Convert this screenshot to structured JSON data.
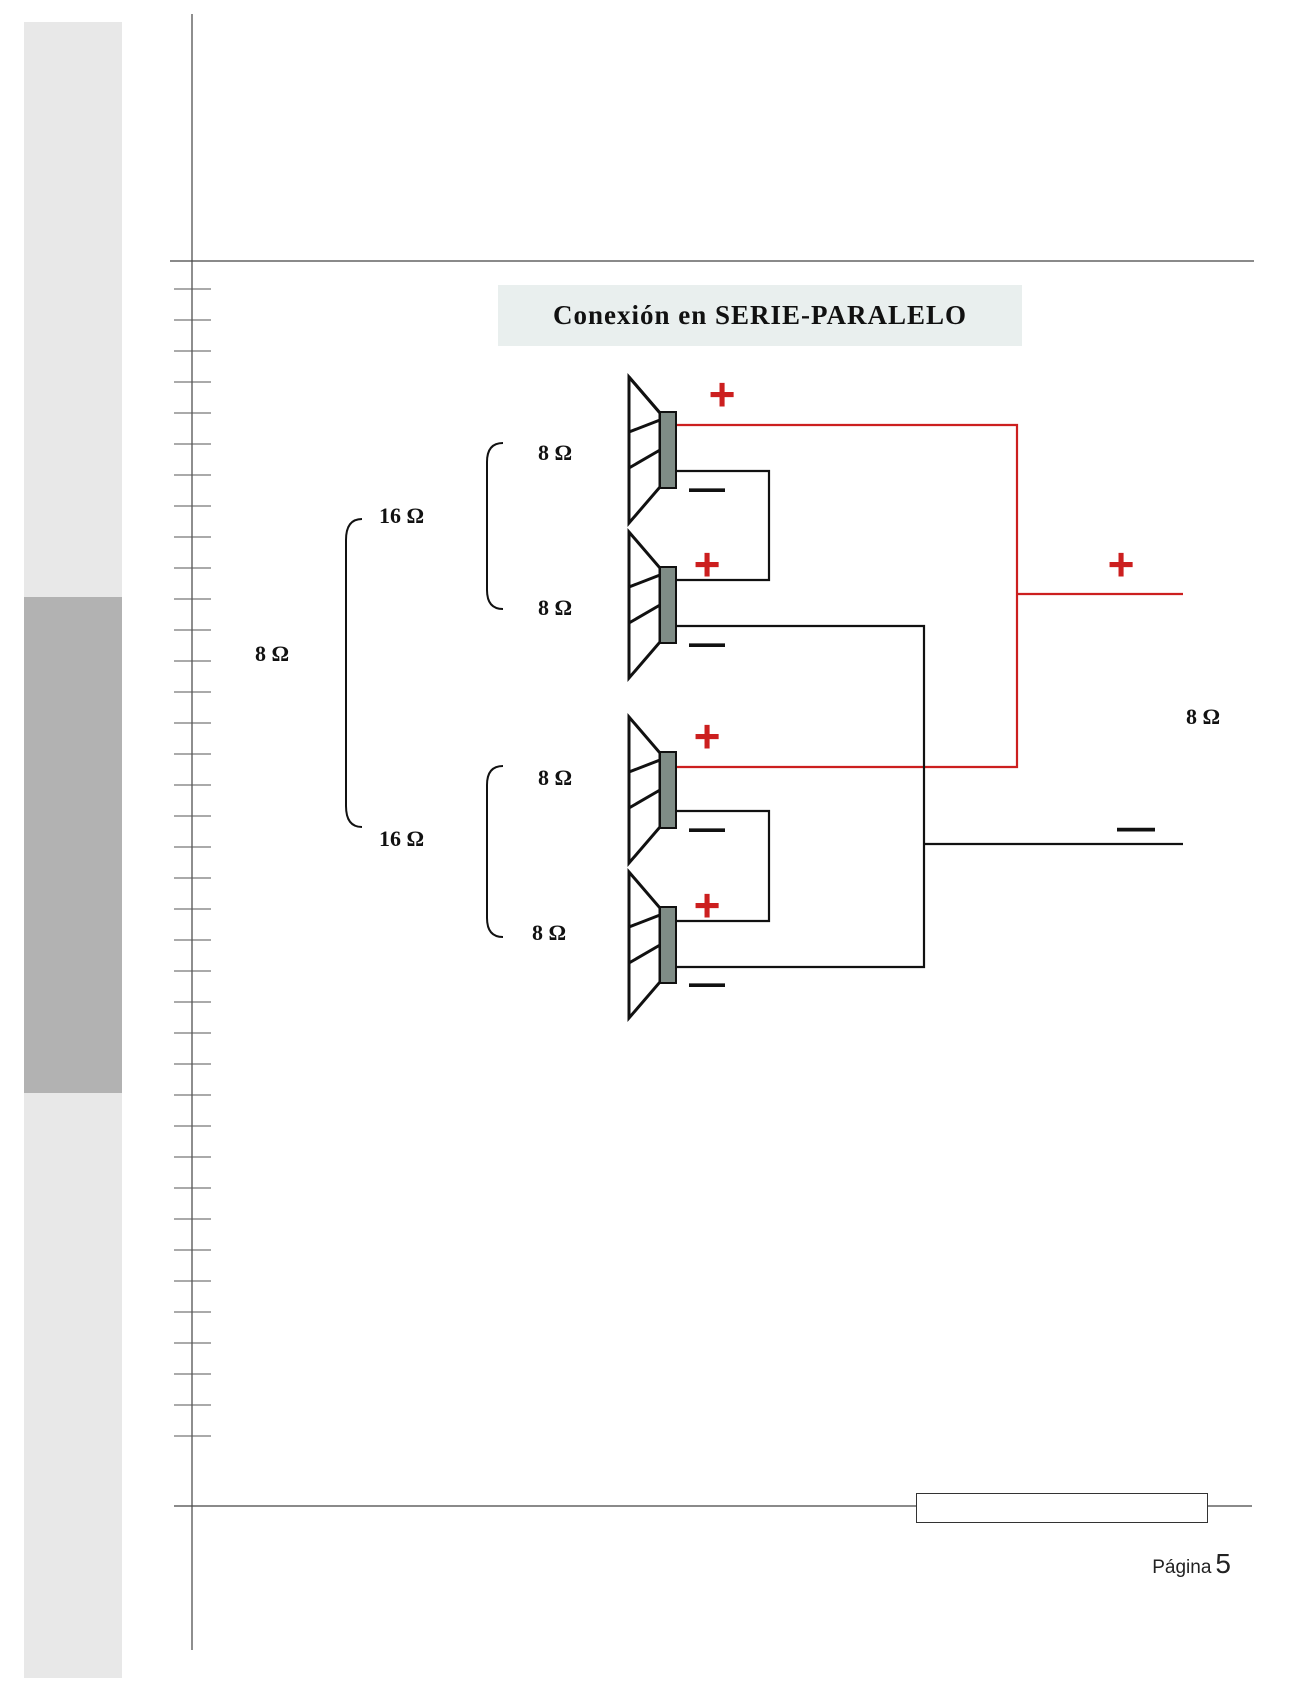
{
  "title": "Conexión en  SERIE-PARALELO",
  "speakers": [
    {
      "label": "8 Ω",
      "plus": "+",
      "minus": "—"
    },
    {
      "label": "8 Ω",
      "plus": "+",
      "minus": "—"
    },
    {
      "label": "8 Ω",
      "plus": "+",
      "minus": "—"
    },
    {
      "label": "8 Ω",
      "plus": "+",
      "minus": "—"
    }
  ],
  "groups": [
    {
      "label": "16 Ω"
    },
    {
      "label": "16 Ω"
    }
  ],
  "total_left_label": "8 Ω",
  "output": {
    "plus": "+",
    "minus": "—",
    "label": "8 Ω"
  },
  "footer": {
    "page_word": "Página",
    "page_number": "5"
  },
  "colors": {
    "positive_wire": "#cc1f1f",
    "negative_wire": "#111111",
    "coil": "#7f8c86",
    "sidebar_light": "#e8e8e8",
    "sidebar_dark": "#b2b2b2"
  }
}
